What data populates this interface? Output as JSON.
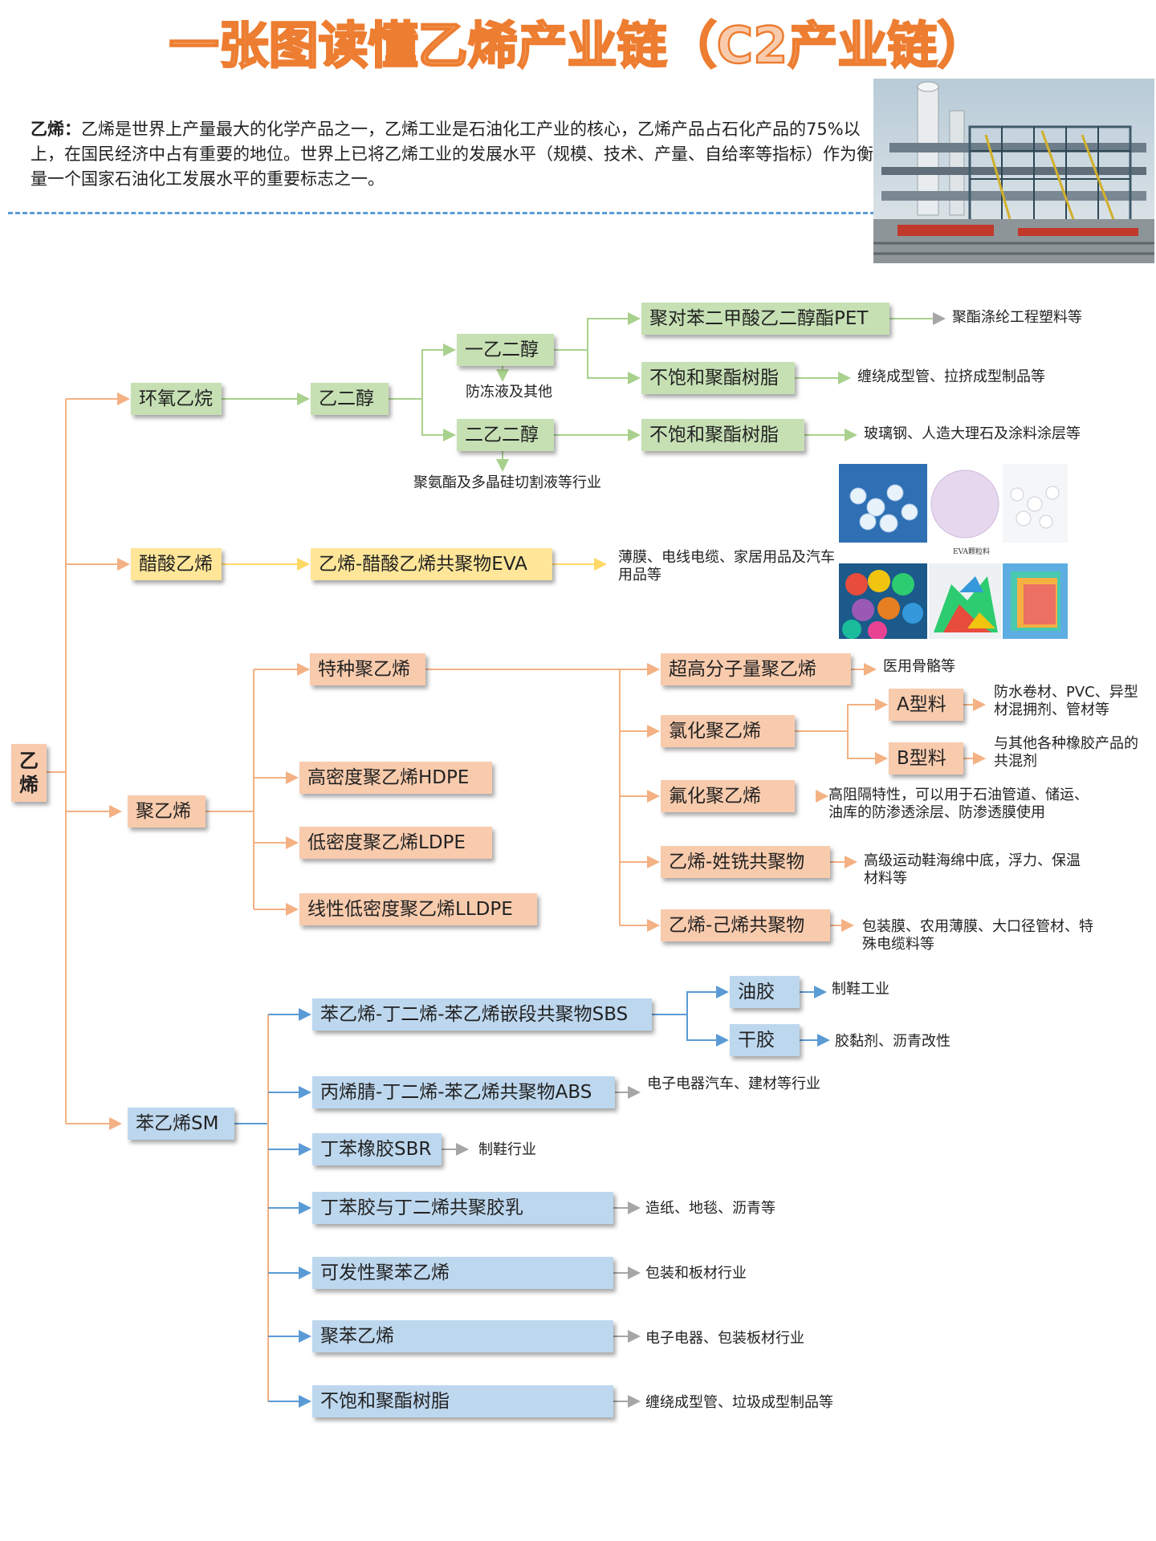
{
  "title": "一张图读懂乙烯产业链（C2产业链）",
  "intro": {
    "term": "乙烯：",
    "text": "乙烯是世界上产量最大的化学产品之一，乙烯工业是石油化工产业的核心，乙烯产品占石化产品的75%以上，在国民经济中占有重要的地位。世界上已将乙烯工业的发展水平（规模、技术、产量、自给率等指标）作为衡量一个国家石油化工发展水平的重要标志之一。"
  },
  "root": "乙烯",
  "groups": {
    "epoxy": {
      "name": "环氧乙烷",
      "glycol": "乙二醇",
      "meg": "一乙二醇",
      "meg_note": "防冻液及其他",
      "deg": "二乙二醇",
      "deg_note": "聚氨酯及多晶硅切割液等行业",
      "pet": "聚对苯二甲酸乙二醇酯PET",
      "pet_use": "聚酯涤纶工程塑料等",
      "upr1": "不饱和聚酯树脂",
      "upr1_use": "缠绕成型管、拉挤成型制品等",
      "upr2": "不饱和聚酯树脂",
      "upr2_use": "玻璃钢、人造大理石及涂料涂层等"
    },
    "vinyl_acetate": {
      "name": "醋酸乙烯",
      "eva": "乙烯-醋酸乙烯共聚物EVA",
      "eva_use": "薄膜、电线电缆、家居用品及汽车用品等",
      "caption": "EVA颗粒料"
    },
    "pe": {
      "name": "聚乙烯",
      "special": "特种聚乙烯",
      "hdpe": "高密度聚乙烯HDPE",
      "ldpe": "低密度聚乙烯LDPE",
      "lldpe": "线性低密度聚乙烯LLDPE",
      "uhmw": "超高分子量聚乙烯",
      "uhmw_use": "医用骨骼等",
      "cpe": "氯化聚乙烯",
      "cpe_a": "A型料",
      "cpe_a_use": "防水卷材、PVC、异型材混拥剂、管材等",
      "cpe_b": "B型料",
      "cpe_b_use": "与其他各种橡胶产品的共混剂",
      "fpe": "氟化聚乙烯",
      "fpe_use": "高阻隔特性，可以用于石油管道、储运、油库的防渗透涂层、防渗透膜使用",
      "poe": "乙烯-姓铣共聚物",
      "poe_use": "高级运动鞋海绵中底，浮力、保温材料等",
      "hex": "乙烯-己烯共聚物",
      "hex_use": "包装膜、农用薄膜、大口径管材、特殊电缆料等"
    },
    "styrene": {
      "name": "苯乙烯SM",
      "sbs": "苯乙烯-丁二烯-苯乙烯嵌段共聚物SBS",
      "sbs_oil": "油胶",
      "sbs_oil_use": "制鞋工业",
      "sbs_dry": "干胶",
      "sbs_dry_use": "胶黏剂、沥青改性",
      "abs": "丙烯腈-丁二烯-苯乙烯共聚物ABS",
      "abs_use": "电子电器汽车、建材等行业",
      "sbr": "丁苯橡胶SBR",
      "sbr_use": "制鞋行业",
      "latex": "丁苯胶与丁二烯共聚胶乳",
      "latex_use": "造纸、地毯、沥青等",
      "eps": "可发性聚苯乙烯",
      "eps_use": "包装和板材行业",
      "ps": "聚苯乙烯",
      "ps_use": "电子电器、包装板材行业",
      "upr": "不饱和聚酯树脂",
      "upr_use": "缠绕成型管、垃圾成型制品等"
    }
  },
  "colors": {
    "title_fill": "#f8cbad",
    "title_stroke": "#ed7d31",
    "green": "#c6e0b4",
    "yellow": "#ffe699",
    "orange": "#f8cbad",
    "blue": "#bdd7ee",
    "dash": "#5b9bd5"
  }
}
